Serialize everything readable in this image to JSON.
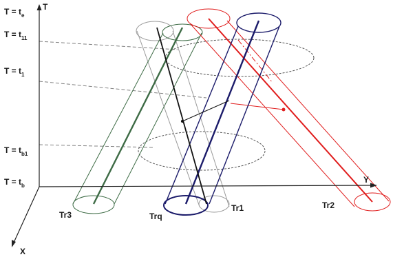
{
  "axes": {
    "t_label": "T",
    "y_label": "Y",
    "x_label": "X"
  },
  "time_labels": [
    {
      "main": "T = t",
      "sub": "e"
    },
    {
      "main": "T = t",
      "sub": "11"
    },
    {
      "main": "T = t",
      "sub": "1"
    },
    {
      "main": "T = t",
      "sub": "b1"
    },
    {
      "main": "T = t",
      "sub": "b"
    }
  ],
  "trajectories": [
    {
      "label": "Tr3",
      "color": "#3d6b45"
    },
    {
      "label": "Trq",
      "color": "#1b1b6a"
    },
    {
      "label": "Tr1",
      "color": "#9a9a9a"
    },
    {
      "label": "Tr2",
      "color": "#e01c1c"
    }
  ],
  "colors": {
    "axis": "#222222",
    "query_line": "#111111",
    "guide": "#808080"
  }
}
